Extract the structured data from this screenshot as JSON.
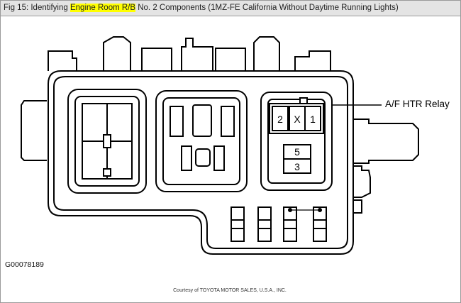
{
  "header": {
    "prefix": "Fig 15: Identifying ",
    "highlight": "Engine Room R/B",
    "suffix": " No. 2 Components (1MZ-FE California Without Daytime Running Lights)",
    "highlight_color": "#ffff00"
  },
  "diagram": {
    "relay_label": "A/F HTR Relay",
    "pins": {
      "p2": "2",
      "px": "X",
      "p1": "1",
      "p5": "5",
      "p3": "3"
    }
  },
  "footer": {
    "figure_code": "G00078189",
    "credit": "Courtesy of TOYOTA MOTOR SALES, U.S.A., INC."
  }
}
